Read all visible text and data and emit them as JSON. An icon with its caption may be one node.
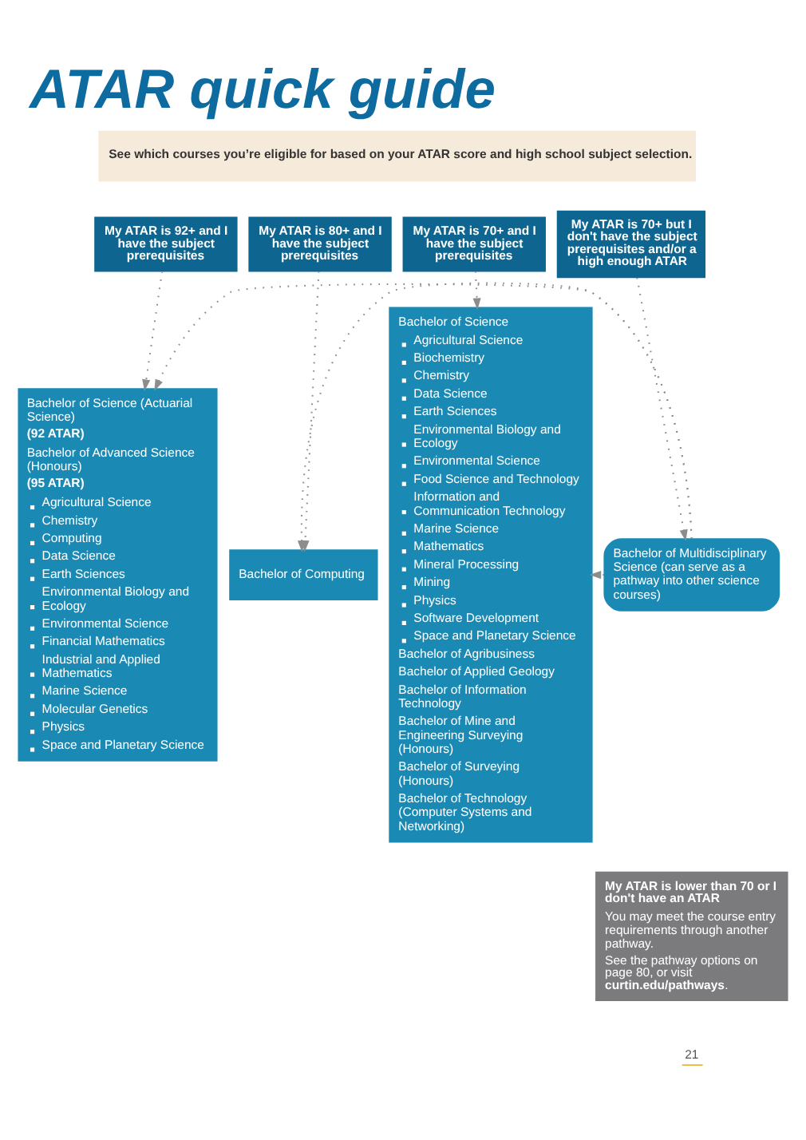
{
  "diagram": {
    "title": "ATAR quick guide",
    "nodes": [
      {
        "text": [
          "See which courses you’re eligible for based on your ATAR score and high school subject selection."
        ]
      },
      {
        "text": [
          "My ATAR is 92+ and I have the subject prerequisites"
        ]
      },
      {
        "text": [
          "My ATAR is 80+ and I have the subject prerequisites"
        ]
      },
      {
        "text": [
          "My ATAR is 70+ and I have the subject prerequisites"
        ]
      },
      {
        "text": [
          "My ATAR is 70+ but I don't have the subject prerequisites and/or a high enough ATAR"
        ]
      },
      {
        "text": [
          "Bachelor of Science (Actuarial Science)",
          "(92 ATAR)",
          "Bachelor of Advanced Science (Honours)",
          "(95 ATAR)",
          "Agricultural Science",
          "Chemistry",
          "Computing",
          "Data Science",
          "Earth Sciences",
          "Environmental Biology and Ecology",
          "Environmental Science",
          "Financial Mathematics",
          "Industrial and Applied Mathematics",
          "Marine Science",
          "Molecular Genetics",
          "Physics",
          "Space and Planetary Science"
        ]
      },
      {
        "text": [
          "Bachelor of Computing"
        ]
      },
      {
        "text": [
          "Bachelor of Science",
          "Agricultural Science",
          "Biochemistry",
          "Chemistry",
          "Data Science",
          "Earth Sciences",
          "Environmental Biology and Ecology",
          "Environmental Science",
          "Food Science and Technology",
          "Information and Communication Technology",
          "Marine Science",
          "Mathematics",
          "Mineral Processing",
          "Mining",
          "Physics",
          "Software Development",
          "Space and Planetary Science",
          "Bachelor of Agribusiness",
          "Bachelor of Applied Geology",
          "Bachelor of Information Technology",
          "Bachelor of Mine and Engineering Surveying (Honours)",
          "Bachelor of Surveying (Honours)",
          "Bachelor of Technology (Computer Systems and Networking)"
        ]
      },
      {
        "text": [
          "Bachelor of Multidisciplinary Science (can serve as a pathway into other science courses)"
        ]
      },
      {
        "text": [
          "My ATAR is lower than 70 or I don't have an ATAR",
          "You may meet the course entry requirements through another pathway.",
          "See the pathway options on page 80, or visit **curtin.edu/pathways**."
        ]
      }
    ],
    "edges": [
      {
        "from": 1,
        "to": 5,
        "arrow": "to",
        "style": "dashed"
      },
      {
        "from": 2,
        "to": 6,
        "arrow": "to",
        "style": "dashed"
      },
      {
        "from": 3,
        "to": 7,
        "arrow": "to",
        "style": "dashed"
      },
      {
        "from": 4,
        "to": 8,
        "arrow": "to",
        "style": "dashed"
      },
      {
        "from": 8,
        "to": 7,
        "arrow": "to",
        "style": "dashed"
      },
      {
        "from": 8,
        "to": 6,
        "arrow": "to",
        "style": "dashed"
      },
      {
        "from": 8,
        "to": 5,
        "arrow": "to",
        "style": "dashed"
      }
    ],
    "labels": [
      "21"
    ]
  }
}
